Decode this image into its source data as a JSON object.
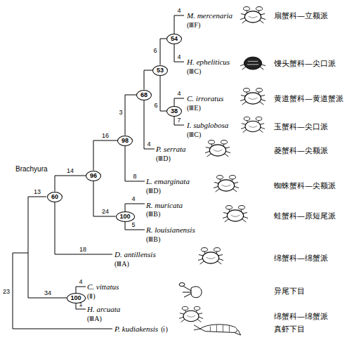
{
  "diagram": {
    "nodes": [
      {
        "text": [
          "54"
        ]
      },
      {
        "text": [
          "53"
        ]
      },
      {
        "text": [
          "68"
        ]
      },
      {
        "text": [
          "38"
        ]
      },
      {
        "text": [
          "98"
        ]
      },
      {
        "text": [
          "96"
        ]
      },
      {
        "text": [
          "60"
        ]
      },
      {
        "text": [
          "100"
        ]
      },
      {
        "text": [
          "100"
        ]
      }
    ],
    "edges": [
      {
        "from": 1,
        "to": 0,
        "arrow": "none"
      },
      {
        "from": 1,
        "to": 3,
        "arrow": "none"
      },
      {
        "from": 2,
        "to": 1,
        "arrow": "none"
      },
      {
        "from": 4,
        "to": 2,
        "arrow": "none"
      },
      {
        "from": 5,
        "to": 4,
        "arrow": "none"
      },
      {
        "from": 5,
        "to": 7,
        "arrow": "none"
      },
      {
        "from": 6,
        "to": 5,
        "arrow": "none"
      }
    ],
    "labels": [
      "M. mercenaria",
      "(ⅢF)",
      "扇蟹科—立额派",
      "4",
      "6",
      "4",
      "H. epheliticus",
      "(ⅢC)",
      "馒头蟹科—尖口派",
      "4",
      "C. irroratus",
      "(ⅢE)",
      "黄道蟹科—黄道蟹派",
      "6",
      "3",
      "7",
      "I. subglobosa",
      "(ⅢC)",
      "玉蟹科—尖口派",
      "16",
      "4",
      "P. serrata",
      "(ⅢD)",
      "菱蟹科—尖额派",
      "Brachyura",
      "14",
      "8",
      "L. emarginata",
      "(ⅢD)",
      "蜘蛛蟹科—尖额派",
      "13",
      "4",
      "R. muricata",
      "(ⅢB)",
      "24",
      "蛙蟹科—原短尾派",
      "5",
      "R. louisianensis",
      "(ⅢB)",
      "18",
      "D. antillensis",
      "(ⅢA)",
      "绵蟹科—绵蟹派",
      "4",
      "C. vittatus",
      "(Ⅱ)",
      "异尾下目",
      "23",
      "34",
      "1",
      "H. arcuata",
      "(ⅢA)",
      "绵蟹科—绵蟹派",
      "P. kudiakensis",
      "(ⅰ)",
      "真虾下目"
    ]
  }
}
